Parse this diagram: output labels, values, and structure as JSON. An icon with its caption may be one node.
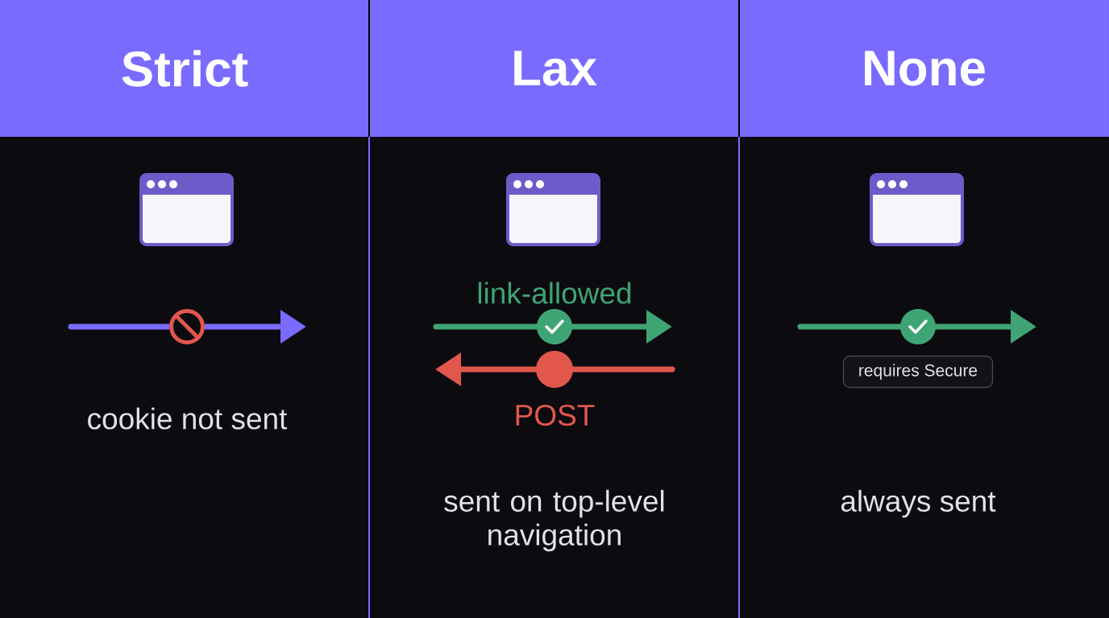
{
  "diagram": {
    "nodes": [
      {
        "text": [
          "Strict"
        ]
      },
      {
        "text": [
          "Lax"
        ]
      },
      {
        "text": [
          "None"
        ]
      },
      {
        "text": [
          "requires Secure"
        ]
      }
    ],
    "labels": [
      "cookie not sent",
      "link-allowed",
      "POST",
      "sent on top-level navigation",
      "always sent"
    ]
  }
}
